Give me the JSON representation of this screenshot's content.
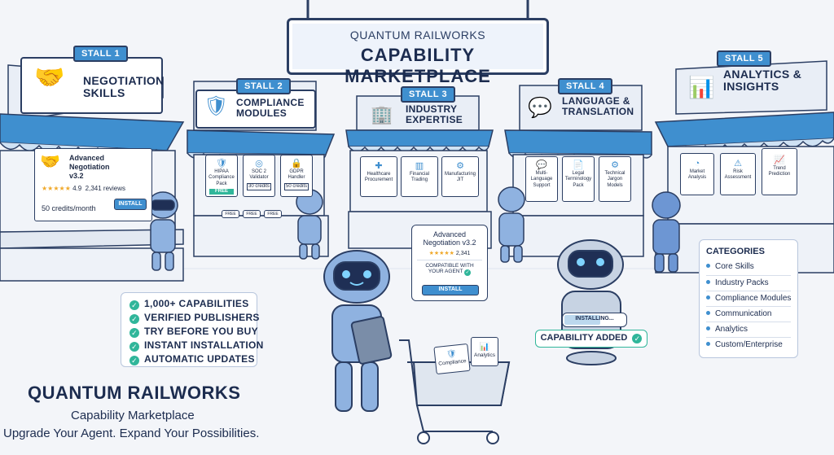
{
  "header": {
    "company": "QUANTUM RAILWORKS",
    "title": "CAPABILITY MARKETPLACE"
  },
  "stalls": [
    {
      "tag": "STALL 1",
      "title_line1": "NEGOTIATION",
      "title_line2": "SKILLS"
    },
    {
      "tag": "STALL 2",
      "title_line1": "COMPLIANCE",
      "title_line2": "MODULES"
    },
    {
      "tag": "STALL 3",
      "title_line1": "INDUSTRY",
      "title_line2": "EXPERTISE"
    },
    {
      "tag": "STALL 4",
      "title_line1": "LANGUAGE &",
      "title_line2": "TRANSLATION"
    },
    {
      "tag": "STALL 5",
      "title_line1": "ANALYTICS &",
      "title_line2": "INSIGHTS"
    }
  ],
  "stall1_card": {
    "title_line1": "Advanced Negotiation",
    "title_line2": "v3.2",
    "rating": "4.9",
    "reviews": "2,341 reviews",
    "price": "50 credits/month",
    "install": "INSTALL"
  },
  "stall2_cards": [
    {
      "line1": "HIPAA",
      "line2": "Compliance",
      "line3": "Pack",
      "price": "FREE"
    },
    {
      "line1": "SOC 2",
      "line2": "Validator",
      "line3": "",
      "price": "30 credits"
    },
    {
      "line1": "GDPR",
      "line2": "Handler",
      "line3": "",
      "price": "50 credits"
    }
  ],
  "stall2_tags": [
    "FREE",
    "FREE",
    "FREE"
  ],
  "stall3_cards": [
    {
      "line1": "Healthcare",
      "line2": "Procurement"
    },
    {
      "line1": "Financial",
      "line2": "Trading"
    },
    {
      "line1": "Manufacturing",
      "line2": "JIT"
    }
  ],
  "stall4_cards": [
    {
      "line1": "Multi-",
      "line2": "Language",
      "line3": "Support"
    },
    {
      "line1": "Legal",
      "line2": "Terminology",
      "line3": "Pack"
    },
    {
      "line1": "Technical",
      "line2": "Jargon",
      "line3": "Models"
    }
  ],
  "stall5_cards": [
    {
      "line1": "Market",
      "line2": "Analysis"
    },
    {
      "line1": "Risk",
      "line2": "Assessment"
    },
    {
      "line1": "Trend",
      "line2": "Prediction"
    }
  ],
  "popup": {
    "title_line1": "Advanced",
    "title_line2": "Negotiation v3.2",
    "reviews": "2,341",
    "compat_line1": "COMPATIBLE WITH",
    "compat_line2": "YOUR AGENT",
    "install": "INSTALL"
  },
  "features": [
    "1,000+ CAPABILITIES",
    "VERIFIED PUBLISHERS",
    "TRY BEFORE YOU BUY",
    "INSTANT INSTALLATION",
    "AUTOMATIC UPDATES"
  ],
  "categories": {
    "heading": "CATEGORIES",
    "items": [
      "Core Skills",
      "Industry Packs",
      "Compliance Modules",
      "Communication",
      "Analytics",
      "Custom/Enterprise"
    ]
  },
  "install_status": {
    "progress_label": "INSTALLING...",
    "progress": 0.6,
    "added": "CAPABILITY ADDED"
  },
  "cart": {
    "item1": "Compliance",
    "item2": "Analytics"
  },
  "footer": {
    "brand": "QUANTUM RAILWORKS",
    "subtitle": "Capability Marketplace",
    "tagline": "Upgrade Your Agent. Expand Your Possibilities."
  },
  "colors": {
    "accent": "#3f8fcf",
    "outline": "#2b3e63",
    "check": "#30b69a"
  }
}
